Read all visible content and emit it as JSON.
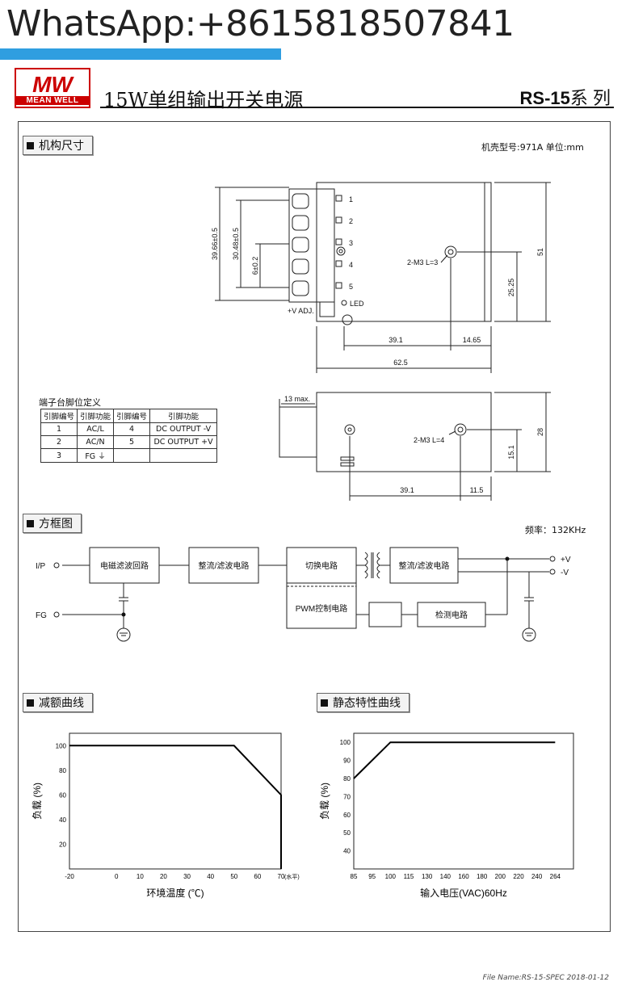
{
  "header": {
    "whatsapp": "WhatsApp:+8615818507841",
    "logo_text": "MEAN WELL",
    "title": "15W单组输出开关电源",
    "model": "RS-15",
    "model_suffix": "系 列"
  },
  "mechanical": {
    "section_title": "机构尺寸",
    "case_note": "机壳型号:971A 单位:mm",
    "dims": {
      "d3966": "39.66±0.5",
      "d3048": "30.48±0.5",
      "d6": "6±0.2",
      "d51": "51",
      "d2525": "25.25",
      "d391": "39.1",
      "d1465": "14.65",
      "d625": "62.5",
      "d13max": "13 max.",
      "d28": "28",
      "d151": "15.1",
      "d391b": "39.1",
      "d115": "11.5"
    },
    "labels": {
      "m3l3": "2-M3 L=3",
      "m3l4": "2-M3 L=4",
      "vadj": "+V ADJ.",
      "led": "LED",
      "terminals": [
        "1",
        "2",
        "3",
        "4",
        "5"
      ]
    },
    "pin_table": {
      "title": "端子台脚位定义",
      "headers": [
        "引脚编号",
        "引脚功能",
        "引脚编号",
        "引脚功能"
      ],
      "rows": [
        [
          "1",
          "AC/L",
          "4",
          "DC OUTPUT -V"
        ],
        [
          "2",
          "AC/N",
          "5",
          "DC OUTPUT +V"
        ],
        [
          "3",
          "FG ⏚",
          "",
          ""
        ]
      ]
    }
  },
  "block": {
    "section_title": "方框图",
    "freq": "频率：132KHz",
    "ip": "I/P",
    "fg": "FG",
    "emi": "电磁滤波回路",
    "rect1": "整流/滤波电路",
    "switch": "切换电路",
    "rect2": "整流/滤波电路",
    "pwm": "PWM控制电路",
    "detect": "检测电路",
    "vplus": "+V",
    "vminus": "-V"
  },
  "colors": {
    "accent_blue": "#2f9ee0",
    "brand_red": "#cc0000"
  },
  "chart_data": [
    {
      "type": "line",
      "title": "减额曲线",
      "xlabel": "环境温度 (℃)",
      "ylabel": "负载 (%)",
      "x_unit": "(水平)",
      "xticks": [
        -20,
        0,
        10,
        20,
        30,
        40,
        50,
        60,
        70
      ],
      "yticks": [
        20,
        40,
        60,
        80,
        100
      ],
      "xlim": [
        -20,
        70
      ],
      "ylim": [
        0,
        110
      ],
      "x": [
        -20,
        50,
        70,
        70
      ],
      "y": [
        100,
        100,
        60,
        0
      ]
    },
    {
      "type": "line",
      "title": "静态特性曲线",
      "xlabel": "输入电压(VAC)60Hz",
      "ylabel": "负载 (%)",
      "xticks": [
        "85",
        "95",
        "100",
        "115",
        "130",
        "140",
        "160",
        "180",
        "200",
        "220",
        "240",
        "264"
      ],
      "yticks": [
        40,
        50,
        60,
        70,
        80,
        90,
        100
      ],
      "ylim": [
        30,
        105
      ],
      "x": [
        "85",
        "100",
        "264"
      ],
      "y": [
        80,
        100,
        100
      ]
    }
  ],
  "footer": "File Name:RS-15-SPEC   2018-01-12"
}
